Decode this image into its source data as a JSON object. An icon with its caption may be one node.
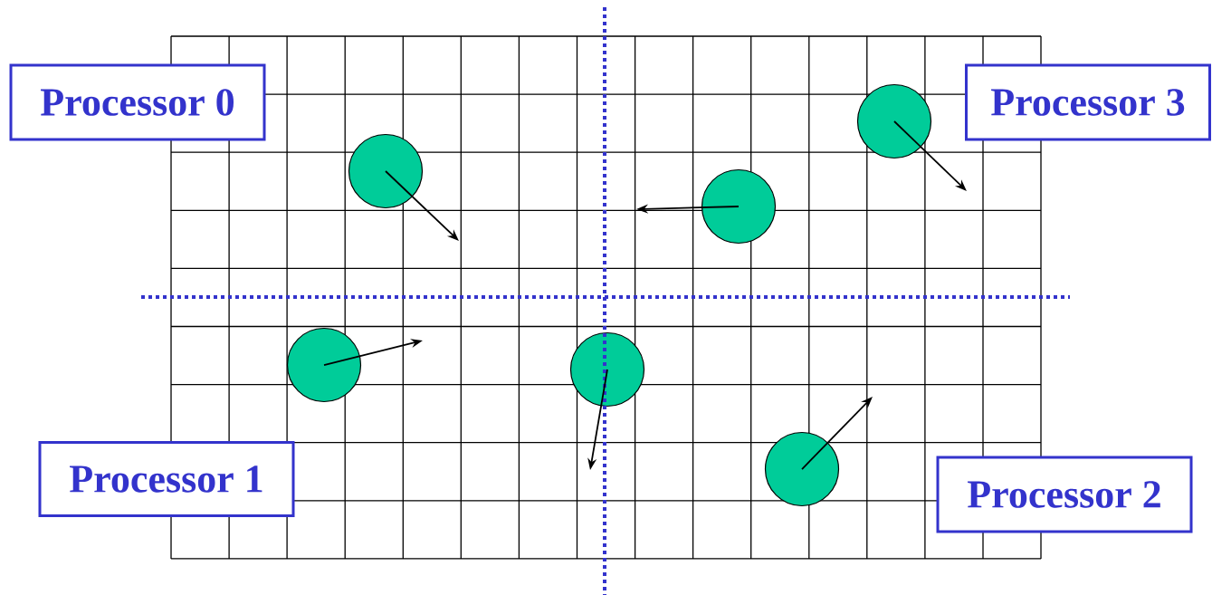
{
  "diagram": {
    "nodes": [
      {
        "text": [
          "Processor 0"
        ]
      },
      {
        "text": [
          "Processor 3"
        ]
      },
      {
        "text": [],
        "shape": "circle"
      },
      {
        "text": [],
        "shape": "circle"
      },
      {
        "text": [],
        "shape": "circle"
      },
      {
        "text": [],
        "shape": "circle"
      },
      {
        "text": [],
        "shape": "circle"
      },
      {
        "text": [
          "Processor 1"
        ]
      },
      {
        "text": [
          "Processor 2"
        ]
      },
      {
        "text": [],
        "shape": "circle"
      }
    ]
  }
}
